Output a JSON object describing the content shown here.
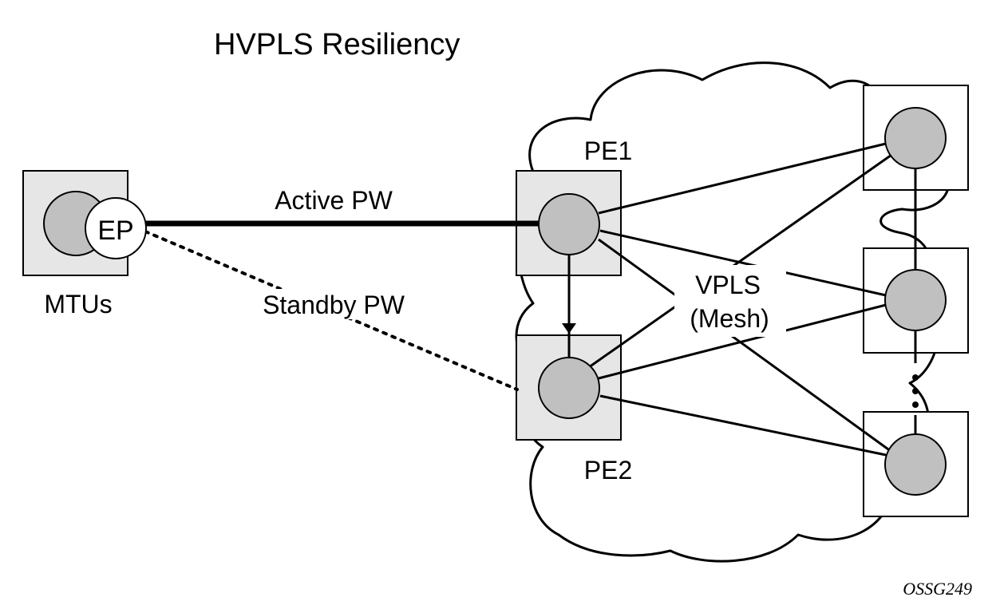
{
  "title": "HVPLS Resiliency",
  "labels": {
    "mtus": "MTUs",
    "ep": "EP",
    "active_pw": "Active PW",
    "standby_pw": "Standby PW",
    "pe1": "PE1",
    "pe2": "PE2",
    "vpls_line1": "VPLS",
    "vpls_line2": "(Mesh)"
  },
  "figure_id": "OSSG249",
  "colors": {
    "node_fill": "#c0c0c0",
    "box_fill": "#e6e6e6",
    "stroke": "#000000"
  }
}
